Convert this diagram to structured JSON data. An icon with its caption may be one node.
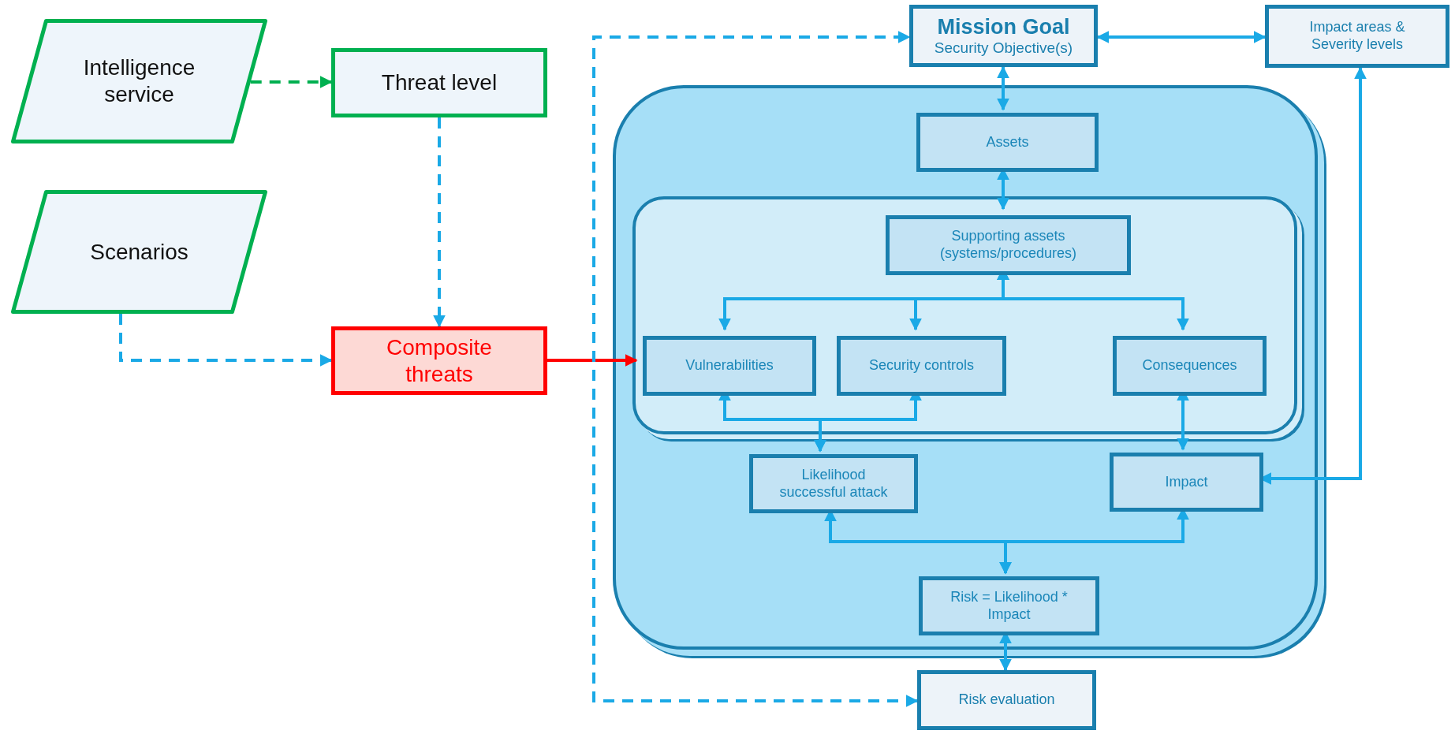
{
  "diagram": {
    "nodes": [
      {
        "text": [
          "Intelligence service"
        ]
      },
      {
        "text": [
          "Threat level"
        ]
      },
      {
        "text": [
          "Scenarios"
        ]
      },
      {
        "text": [
          "Composite threats"
        ]
      },
      {
        "text": [
          "Mission Goal",
          "Security Objective(s)"
        ]
      },
      {
        "text": [
          "Impact areas & Severity levels"
        ]
      },
      {
        "text": [],
        "shape": "box"
      },
      {
        "text": [
          "Assets"
        ],
        "in": 6
      },
      {
        "text": [],
        "shape": "box",
        "in": 6
      },
      {
        "text": [
          "Supporting assets (systems/procedures)"
        ],
        "in": 8
      },
      {
        "text": [
          "Vulnerabilities"
        ],
        "in": 8
      },
      {
        "text": [
          "Security controls"
        ],
        "in": 8
      },
      {
        "text": [
          "Consequences"
        ],
        "in": 8
      },
      {
        "text": [
          "Likelihood successful attack"
        ],
        "in": 6
      },
      {
        "text": [
          "Impact"
        ],
        "in": 6
      },
      {
        "text": [
          "Risk = Likelihood * Impact"
        ],
        "in": 6
      },
      {
        "text": [
          "Risk evaluation"
        ]
      }
    ],
    "edges": [
      {
        "from": 0,
        "to": 1,
        "arrow": "to",
        "style": "dashed",
        "color": "#00b050"
      },
      {
        "from": 1,
        "to": 3,
        "arrow": "to",
        "style": "dashed"
      },
      {
        "from": 2,
        "to": 3,
        "arrow": "to",
        "style": "dashed"
      },
      {
        "from": 3,
        "to": 10,
        "arrow": "to",
        "color": "#ff0000"
      },
      {
        "from": 16,
        "to": 4,
        "arrow": "both",
        "style": "dashed"
      },
      {
        "from": 4,
        "to": 5,
        "arrow": "both"
      },
      {
        "from": 4,
        "to": 7,
        "arrow": "both"
      },
      {
        "from": 7,
        "to": 9,
        "arrow": "both"
      },
      {
        "from": 9,
        "to": 10,
        "arrow": "both"
      },
      {
        "from": 9,
        "to": 11,
        "arrow": "both"
      },
      {
        "from": 9,
        "to": 12,
        "arrow": "both"
      },
      {
        "from": 13,
        "to": 10,
        "arrow": "both"
      },
      {
        "from": 13,
        "to": 11,
        "arrow": "both"
      },
      {
        "from": 12,
        "to": 14,
        "arrow": "both"
      },
      {
        "from": 5,
        "to": 14,
        "arrow": "both"
      },
      {
        "from": 15,
        "to": 13,
        "arrow": "both"
      },
      {
        "from": 15,
        "to": 14,
        "arrow": "both"
      },
      {
        "from": 15,
        "to": 16,
        "arrow": "both"
      }
    ]
  }
}
